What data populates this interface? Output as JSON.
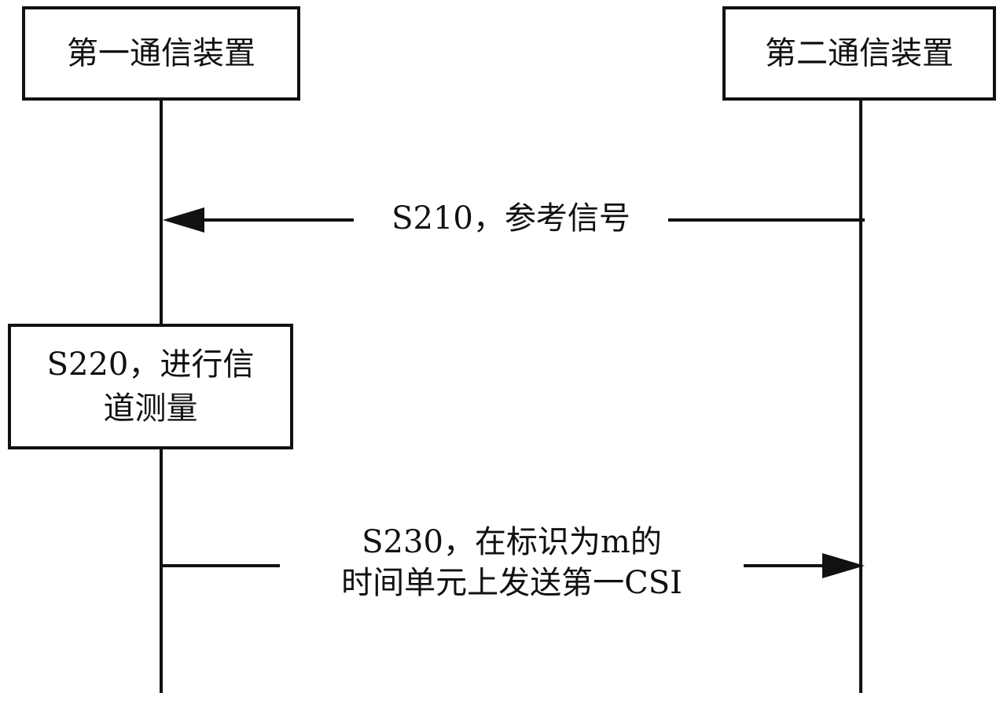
{
  "participants": {
    "first": "第一通信装置",
    "second": "第二通信装置"
  },
  "steps": {
    "s210": "S210，参考信号",
    "s220_line1": "S220，进行信",
    "s220_line2": "道测量",
    "s230_line1": "S230，在标识为m的",
    "s230_line2": "时间单元上发送第一CSI"
  },
  "colors": {
    "line": "#111111",
    "background": "#ffffff"
  }
}
